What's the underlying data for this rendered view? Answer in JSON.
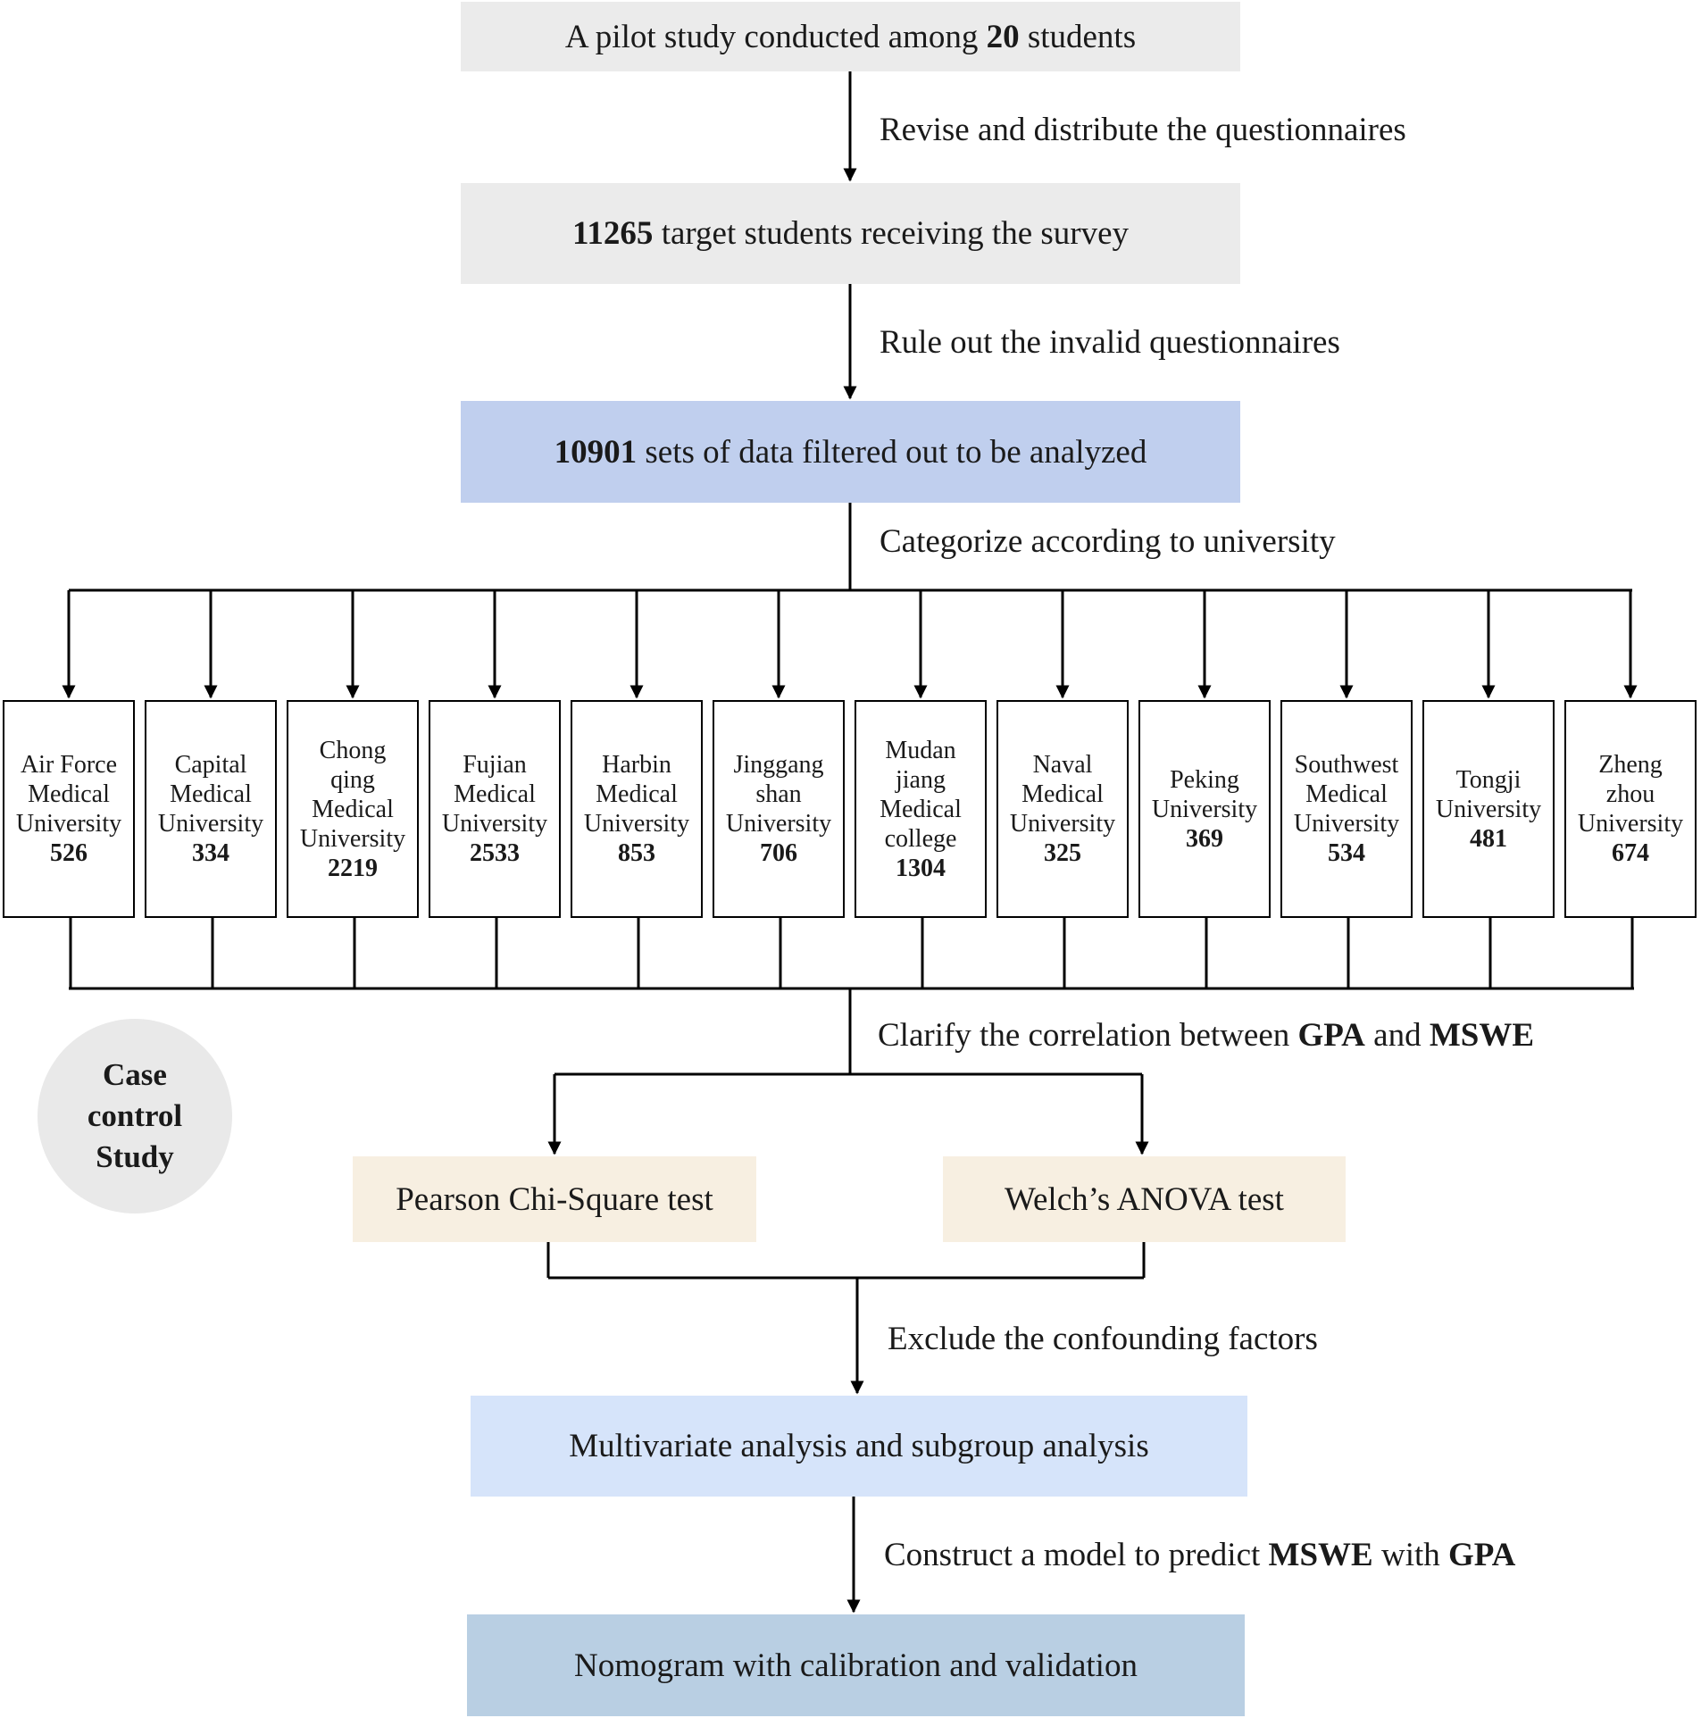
{
  "steps": {
    "pilot": {
      "pre": "A pilot study conducted among ",
      "bold": "20",
      "post": " students"
    },
    "target": {
      "bold": "11265",
      "post": " target students receiving the survey"
    },
    "filtered": {
      "bold": "10901",
      "post": " sets of data filtered out to be analyzed"
    },
    "multivariate": "Multivariate analysis and subgroup analysis",
    "nomogram": "Nomogram with calibration and validation"
  },
  "edges": {
    "revise": "Revise and distribute the questionnaires",
    "ruleout": "Rule out the invalid questionnaires",
    "categorize": "Categorize according to university",
    "clarify": {
      "pre": "Clarify the correlation between ",
      "b1": "GPA",
      "mid": " and ",
      "b2": "MSWE"
    },
    "exclude": "Exclude the confounding factors",
    "construct": {
      "pre": "Construct a model to predict ",
      "b1": "MSWE",
      "mid": " with ",
      "b2": "GPA"
    }
  },
  "tests": {
    "pearson": "Pearson Chi-Square test",
    "welch": "Welch’s ANOVA test"
  },
  "case_label": "Case\ncontrol\nStudy",
  "universities": [
    {
      "name": "Air Force\nMedical\nUniversity",
      "n": "526"
    },
    {
      "name": "Capital\nMedical\nUniversity",
      "n": "334"
    },
    {
      "name": "Chong\nqing\nMedical\nUniversity",
      "n": "2219"
    },
    {
      "name": "Fujian\nMedical\nUniversity",
      "n": "2533"
    },
    {
      "name": "Harbin\nMedical\nUniversity",
      "n": "853"
    },
    {
      "name": "Jinggang\nshan\nUniversity",
      "n": "706"
    },
    {
      "name": "Mudan\njiang\nMedical\ncollege",
      "n": "1304"
    },
    {
      "name": "Naval\nMedical\nUniversity",
      "n": "325"
    },
    {
      "name": "Peking\nUniversity",
      "n": "369"
    },
    {
      "name": "Southwest\nMedical\nUniversity",
      "n": "534"
    },
    {
      "name": "Tongji\nUniversity",
      "n": "481"
    },
    {
      "name": "Zheng\nzhou\nUniversity",
      "n": "674"
    }
  ]
}
